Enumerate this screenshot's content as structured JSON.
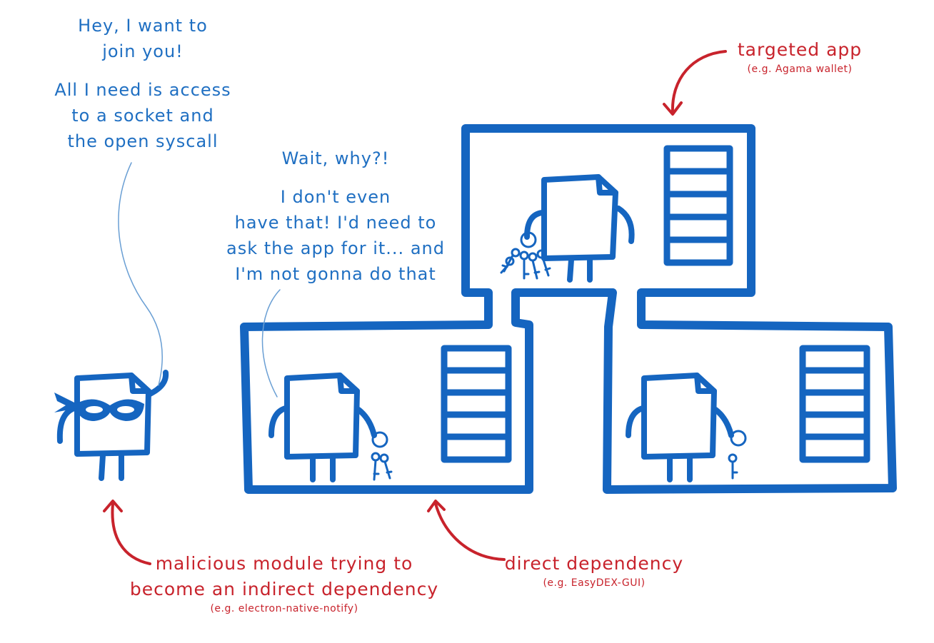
{
  "speech": {
    "malicious_1": "Hey, I want to",
    "malicious_2": "join you!",
    "malicious_3": "All I need is access",
    "malicious_4": "to a socket and",
    "malicious_5": "the open syscall",
    "dependency_1": "Wait, why?!",
    "dependency_2": "I don't even",
    "dependency_3": "have that! I'd need to",
    "dependency_4": "ask the app for it... and",
    "dependency_5": "I'm not gonna do that"
  },
  "labels": {
    "targeted_app": "targeted app",
    "targeted_app_example": "(e.g. Agama wallet)",
    "direct_dependency": "direct dependency",
    "direct_dependency_example": "(e.g. EasyDEX-GUI)",
    "malicious_1": "malicious module trying to",
    "malicious_2": "become an indirect dependency",
    "malicious_example": "(e.g. electron-native-notify)"
  },
  "colors": {
    "outline_blue": "#1565c0",
    "speech_blue": "#1f6fc2",
    "annotation_red": "#c8232c"
  }
}
